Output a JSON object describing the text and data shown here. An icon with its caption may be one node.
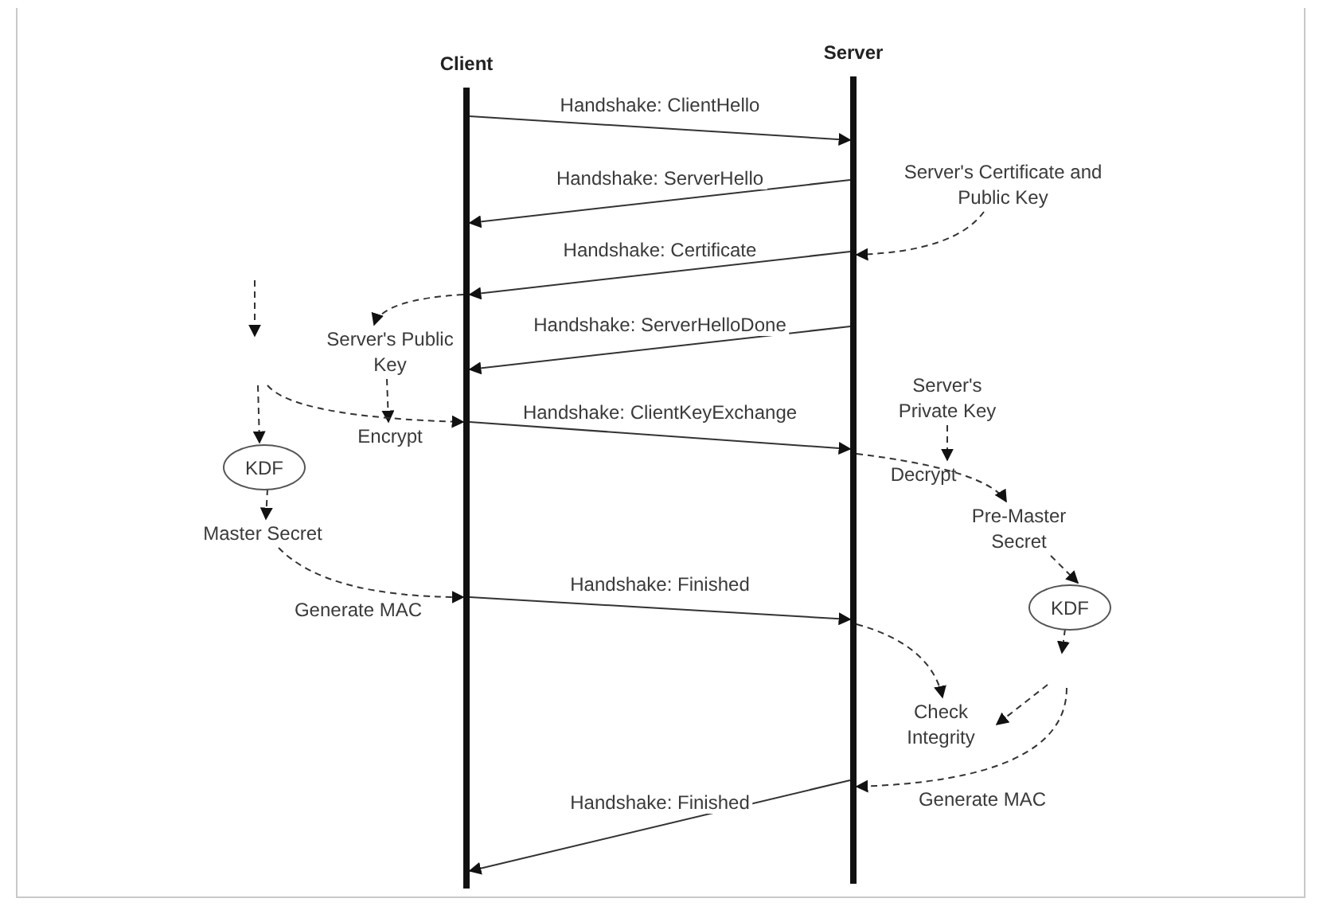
{
  "diagram": {
    "nodes": [
      {
        "text": [
          "Client"
        ]
      },
      {
        "text": [
          "Server"
        ]
      },
      {
        "text": [
          "Server's Certificate and Public Key"
        ]
      },
      {
        "text": [
          "Server's Public Key"
        ]
      },
      {
        "text": [
          "Encrypt"
        ]
      },
      {
        "text": [
          "KDF"
        ]
      },
      {
        "text": [
          "Master Secret"
        ]
      },
      {
        "text": [
          "Generate MAC"
        ]
      },
      {
        "text": [
          "Server's Private Key"
        ]
      },
      {
        "text": [
          "Decrypt"
        ]
      },
      {
        "text": [
          "Pre-Master Secret"
        ]
      },
      {
        "text": [
          "KDF"
        ]
      },
      {
        "text": [
          "Check Integrity"
        ]
      },
      {
        "text": [
          "Generate MAC"
        ]
      }
    ],
    "edges": [
      {
        "from": 0,
        "to": 1,
        "arrow": "to",
        "label": "Handshake: ClientHello"
      },
      {
        "from": 1,
        "to": 0,
        "arrow": "to",
        "label": "Handshake: ServerHello"
      },
      {
        "from": 1,
        "to": 0,
        "arrow": "to",
        "label": "Handshake: Certificate"
      },
      {
        "from": 1,
        "to": 0,
        "arrow": "to",
        "label": "Handshake: ServerHelloDone"
      },
      {
        "from": 0,
        "to": 1,
        "arrow": "to",
        "label": "Handshake: ClientKeyExchange"
      },
      {
        "from": 0,
        "to": 1,
        "arrow": "to",
        "label": "Handshake: Finished"
      },
      {
        "from": 1,
        "to": 0,
        "arrow": "to",
        "label": "Handshake: Finished"
      },
      {
        "from": 2,
        "to": 1,
        "arrow": "to",
        "style": "dashed"
      },
      {
        "from": 0,
        "to": 3,
        "arrow": "to",
        "style": "dashed"
      },
      {
        "from": 3,
        "to": 4,
        "arrow": "to",
        "style": "dashed"
      },
      {
        "from": null,
        "to": 5,
        "arrow": "to",
        "style": "dashed"
      },
      {
        "from": null,
        "to": 0,
        "arrow": "to",
        "style": "dashed"
      },
      {
        "from": 5,
        "to": 6,
        "arrow": "to",
        "style": "dashed"
      },
      {
        "from": 6,
        "to": 0,
        "arrow": "to",
        "style": "dashed"
      },
      {
        "from": 1,
        "to": 10,
        "arrow": "to",
        "style": "dashed"
      },
      {
        "from": 8,
        "to": 9,
        "arrow": "to",
        "style": "dashed"
      },
      {
        "from": 10,
        "to": 11,
        "arrow": "to",
        "style": "dashed"
      },
      {
        "from": 11,
        "to": null,
        "arrow": "to",
        "style": "dashed"
      },
      {
        "from": 1,
        "to": 12,
        "arrow": "to",
        "style": "dashed"
      },
      {
        "from": null,
        "to": 12,
        "arrow": "to",
        "style": "dashed"
      },
      {
        "from": null,
        "to": 1,
        "arrow": "to",
        "style": "dashed"
      }
    ]
  }
}
